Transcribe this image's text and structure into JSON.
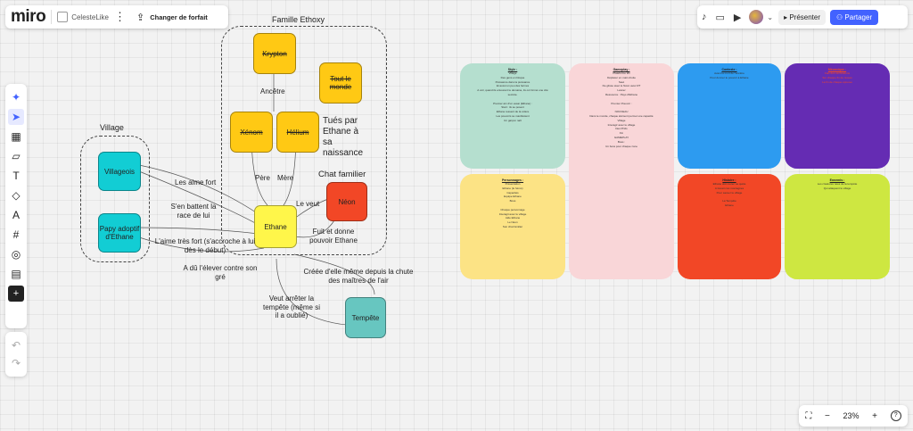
{
  "header": {
    "logo": "miro",
    "board_title": "CelesteLike",
    "upgrade_label": "Changer de forfait",
    "present_label": "Présenter",
    "share_label": "Partager"
  },
  "toolbar": {
    "icons": [
      "ai-sparkle-icon",
      "select-cursor-icon",
      "templates-icon",
      "sticky-note-icon",
      "text-icon",
      "shapes-icon",
      "pen-icon",
      "frame-icon",
      "more-apps-icon",
      "comment-icon",
      "add-icon"
    ]
  },
  "zoom": {
    "value": "23%",
    "minus": "−",
    "plus": "+",
    "help": "?"
  },
  "colors": {
    "accent": "#4262ff",
    "ethane": "#fff64a",
    "element": "#ffc914",
    "neon": "#f24726",
    "cyan": "#12cdd4",
    "tempete": "#67c6c0"
  },
  "diagram": {
    "frame_family": "Famille Ethoxy",
    "frame_village": "Village",
    "nodes": {
      "krypton": "Krypton",
      "tout_le_monde": "Tout le monde",
      "xenom": "Xénom",
      "helium": "Hélium",
      "ethane": "Ethane",
      "neon": "Néon",
      "villageois": "Villageois",
      "papy": "Papy adoptif d'Ethane",
      "tempete": "Tempête"
    },
    "labels": {
      "ancetre": "Ancêtre",
      "tues": "Tués par Ethane à sa naissance",
      "pere": "Père",
      "mere": "Mère",
      "chat": "Chat familier",
      "le_veut": "Le veut",
      "fuit": "Fuit et donne pouvoir Ethane",
      "aime_fort": "Les aime fort",
      "battent": "S'en battent la race de lui",
      "aime_tres_fort": "L'aime très fort (s'accroche à lui dès le début)",
      "a_du": "A dû l'élever contre son gré",
      "creee": "Créée d'elle même depuis la chute des maîtres de l'air",
      "veut_arreter": "Veut arrêter la tempête (même si il a oublié)"
    }
  },
  "cards": [
    {
      "title": "Style :",
      "body": "Village\nDes gens en bloque\nPuissance dans la puissance\nEt aussi un peu des fermes\nA voir, quand ils entourent le domaine, ils ont formé une cité\nsecrète.\n\nPremier arc d'un essai (Ethane) :\nStart : ils se posent\nEthane ressent de la colère\nLes pouvoirs se manifestent\nUn garçon naît"
    },
    {
      "title": "Gameplay :",
      "body": "Plateforme 2D\nDéplacer en main droite\nSaut\nDe glisse avec le Néon avec RT\nLancer\nRessource : Pays d'Ethane\n\nPremier Pouvoir :\n\nNOUVEAU\nDans le monde, chaque élément permet une capacité\nVillage\nInteragir avec le village\nDes PNJs\nFin\nGAMEPLAY\nBoss :\nUn boss pour chaque zone"
    },
    {
      "title": "Contexte :",
      "body": "Avant la mort de l'ancêtre\nPour donner le pouvoir à Ethane"
    },
    {
      "title": "Mécanique :",
      "body": "Fais des vérifications\nSur chaque fin de niveau\nLa fin de chaque épreuve"
    },
    {
      "title": "Personnages :",
      "body": "Présentation\nEthane (le héros)\nCapacités\nEquipe Ethane\nBoss\n\nChaque personnage\nInteragit avec le village\nAide Ethane\nLe Néon\nSon chat familier"
    },
    {
      "title": "Histoire :",
      "body": "Ethane doit mener sa quête\nA travers les montagnes\nPour sauver le village\n\nLa Tempête\nEthane"
    },
    {
      "title": "Ennemis :",
      "body": "Les créatures nées de la tempête\nQui attaquent le village"
    }
  ]
}
